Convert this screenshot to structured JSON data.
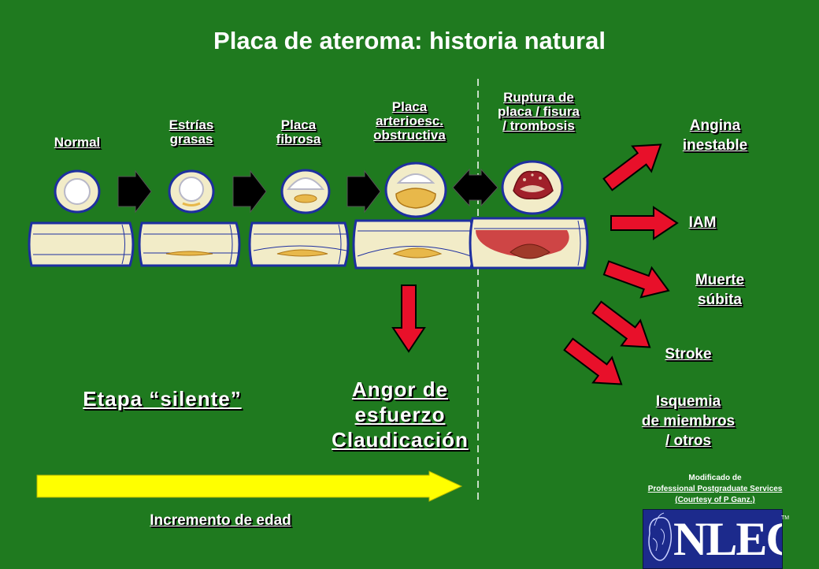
{
  "title": "Placa de ateroma: historia natural",
  "stages": [
    {
      "lines": [
        "Normal"
      ]
    },
    {
      "lines": [
        "Estrías",
        "grasas"
      ]
    },
    {
      "lines": [
        "Placa",
        "fibrosa"
      ]
    },
    {
      "lines": [
        "Placa",
        "arterioesc.",
        "obstructiva"
      ]
    },
    {
      "lines": [
        "Ruptura de",
        "placa / fisura",
        "/ trombosis"
      ]
    }
  ],
  "outcomes": {
    "angina": [
      "Angina",
      "inestable"
    ],
    "iam": "IAM",
    "muerte": [
      "Muerte",
      "súbita"
    ],
    "stroke": "Stroke",
    "isquemia": [
      "Isquemia",
      "de miembros",
      "/ otros"
    ]
  },
  "silent_phase": "Etapa “silente”",
  "effort": [
    "Angor de",
    "esfuerzo",
    "Claudicación"
  ],
  "age": "Incremento de edad",
  "credit": [
    "Modificado de",
    "Professional Postgraduate Services",
    "(Courtesy of P Ganz.)"
  ],
  "logo": {
    "text": "NLEC",
    "tm": "TM"
  },
  "colors": {
    "background": "#1f7a1f",
    "red_arrow": "#e8102a",
    "yellow_arrow": "#ffff00",
    "lipid": "#e8b84a",
    "thrombus": "#b22222",
    "vessel_wall": "#f2ecc8"
  }
}
